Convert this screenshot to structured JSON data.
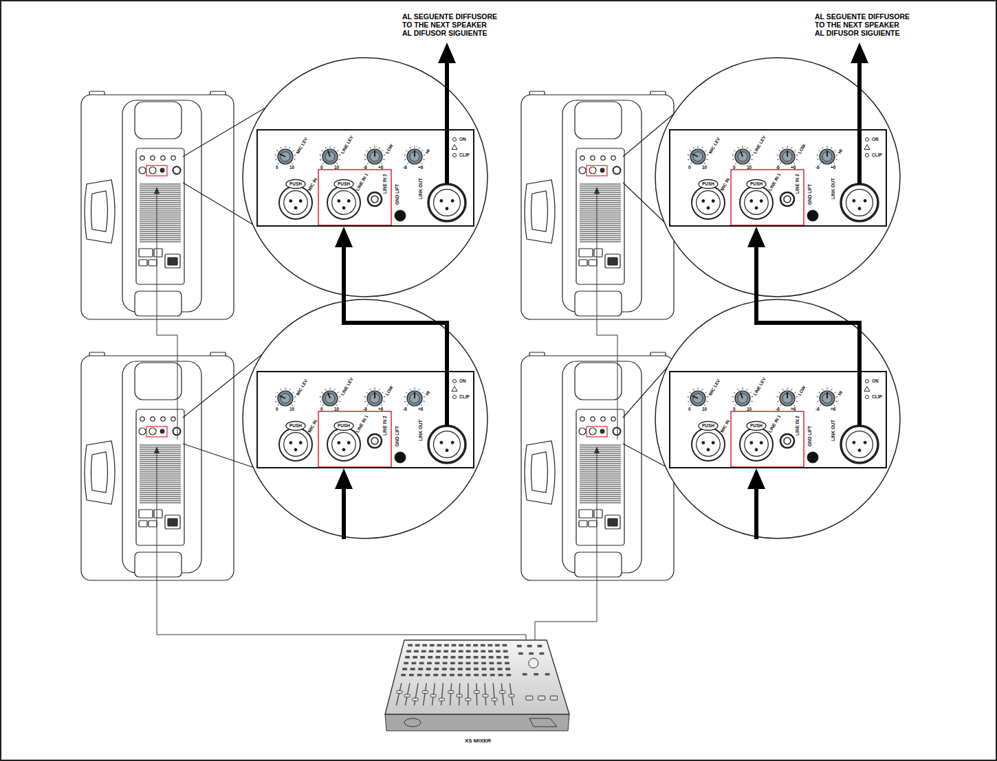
{
  "diagram": {
    "nodes": [
      {
        "text": [
          "MIC LEV",
          "0",
          "10",
          "LINE LEV",
          "0",
          "10",
          "LOW",
          "-6",
          "+6",
          "HI",
          "-6",
          "+6",
          "ON",
          "CLIP",
          "PUSH",
          "MIC IN",
          "PUSH",
          "LINE IN 1",
          "LINE IN 2",
          "GND LIFT",
          "LINK OUT"
        ]
      },
      {
        "text": [
          "MIC LEV",
          "0",
          "10",
          "LINE LEV",
          "0",
          "10",
          "LOW",
          "-6",
          "+6",
          "HI",
          "-6",
          "+6",
          "ON",
          "CLIP",
          "PUSH",
          "MIC IN",
          "PUSH",
          "LINE IN 1",
          "LINE IN 2",
          "GND LIFT",
          "LINK OUT"
        ]
      },
      {
        "text": [
          "MIC LEV",
          "0",
          "10",
          "LINE LEV",
          "0",
          "10",
          "LOW",
          "-6",
          "+6",
          "HI",
          "-6",
          "+6",
          "ON",
          "CLIP",
          "PUSH",
          "MIC IN",
          "PUSH",
          "LINE IN 1",
          "LINE IN 2",
          "GND LIFT",
          "LINK OUT"
        ]
      },
      {
        "text": [
          "MIC LEV",
          "0",
          "10",
          "LINE LEV",
          "0",
          "10",
          "LOW",
          "-6",
          "+6",
          "HI",
          "-6",
          "+6",
          "ON",
          "CLIP",
          "PUSH",
          "MIC IN",
          "PUSH",
          "LINE IN 1",
          "LINE IN 2",
          "GND LIFT",
          "LINK OUT"
        ]
      },
      {
        "text": [
          "XS MIXER"
        ]
      }
    ],
    "edges": [
      {
        "from": 2,
        "to": 0,
        "arrow": "to"
      },
      {
        "from": 3,
        "to": 1,
        "arrow": "to"
      }
    ],
    "labels": [
      "AL SEGUENTE DIFFUSORE",
      "TO THE NEXT SPEAKER",
      "AL DIFUSOR SIGUIENTE",
      "AL SEGUENTE DIFFUSORE",
      "TO THE NEXT SPEAKER",
      "AL DIFUSOR SIGUIENTE"
    ]
  }
}
